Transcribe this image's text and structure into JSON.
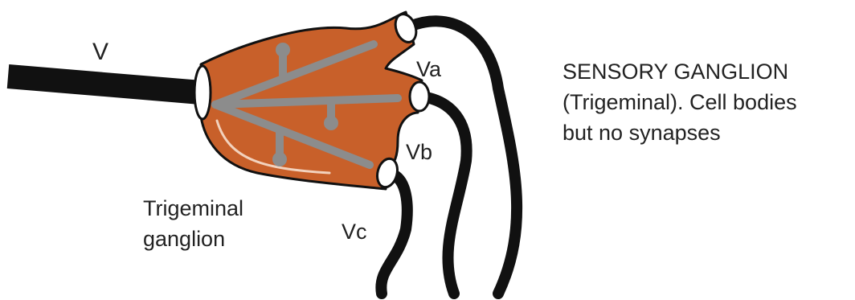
{
  "labels": {
    "nerve_v": "V",
    "branch_a": "Va",
    "branch_b": "Vb",
    "branch_c": "Vc",
    "ganglion_line1": "Trigeminal",
    "ganglion_line2": "ganglion"
  },
  "caption": {
    "line1": "SENSORY GANGLION",
    "line2": "(Trigeminal). Cell bodies",
    "line3": "but no synapses"
  },
  "colors": {
    "ganglion_fill": "#c8602a",
    "nerve": "#111111",
    "neuron": "#8c8c8c",
    "nerve_end": "#ffffff"
  }
}
